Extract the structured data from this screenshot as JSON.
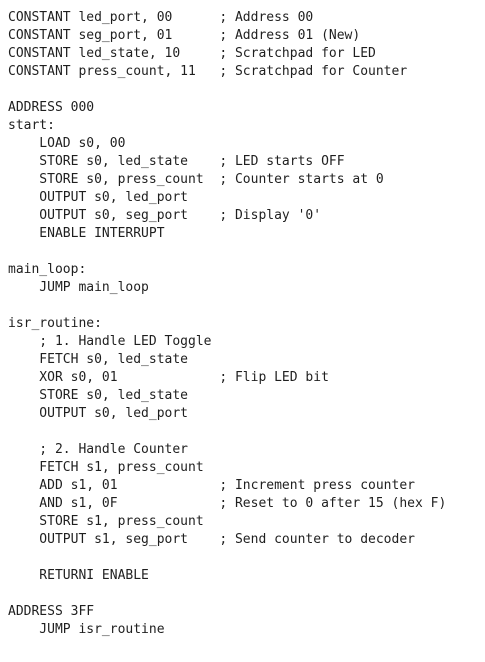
{
  "code": {
    "lines": [
      "CONSTANT led_port, 00      ; Address 00",
      "CONSTANT seg_port, 01      ; Address 01 (New)",
      "CONSTANT led_state, 10     ; Scratchpad for LED",
      "CONSTANT press_count, 11   ; Scratchpad for Counter",
      "",
      "ADDRESS 000",
      "start:",
      "    LOAD s0, 00",
      "    STORE s0, led_state    ; LED starts OFF",
      "    STORE s0, press_count  ; Counter starts at 0",
      "    OUTPUT s0, led_port",
      "    OUTPUT s0, seg_port    ; Display '0'",
      "    ENABLE INTERRUPT",
      "",
      "main_loop:",
      "    JUMP main_loop",
      "",
      "isr_routine:",
      "    ; 1. Handle LED Toggle",
      "    FETCH s0, led_state",
      "    XOR s0, 01             ; Flip LED bit",
      "    STORE s0, led_state",
      "    OUTPUT s0, led_port",
      "",
      "    ; 2. Handle Counter",
      "    FETCH s1, press_count",
      "    ADD s1, 01             ; Increment press counter",
      "    AND s1, 0F             ; Reset to 0 after 15 (hex F)",
      "    STORE s1, press_count",
      "    OUTPUT s1, seg_port    ; Send counter to decoder",
      "",
      "    RETURNI ENABLE",
      "",
      "ADDRESS 3FF",
      "    JUMP isr_routine"
    ]
  }
}
